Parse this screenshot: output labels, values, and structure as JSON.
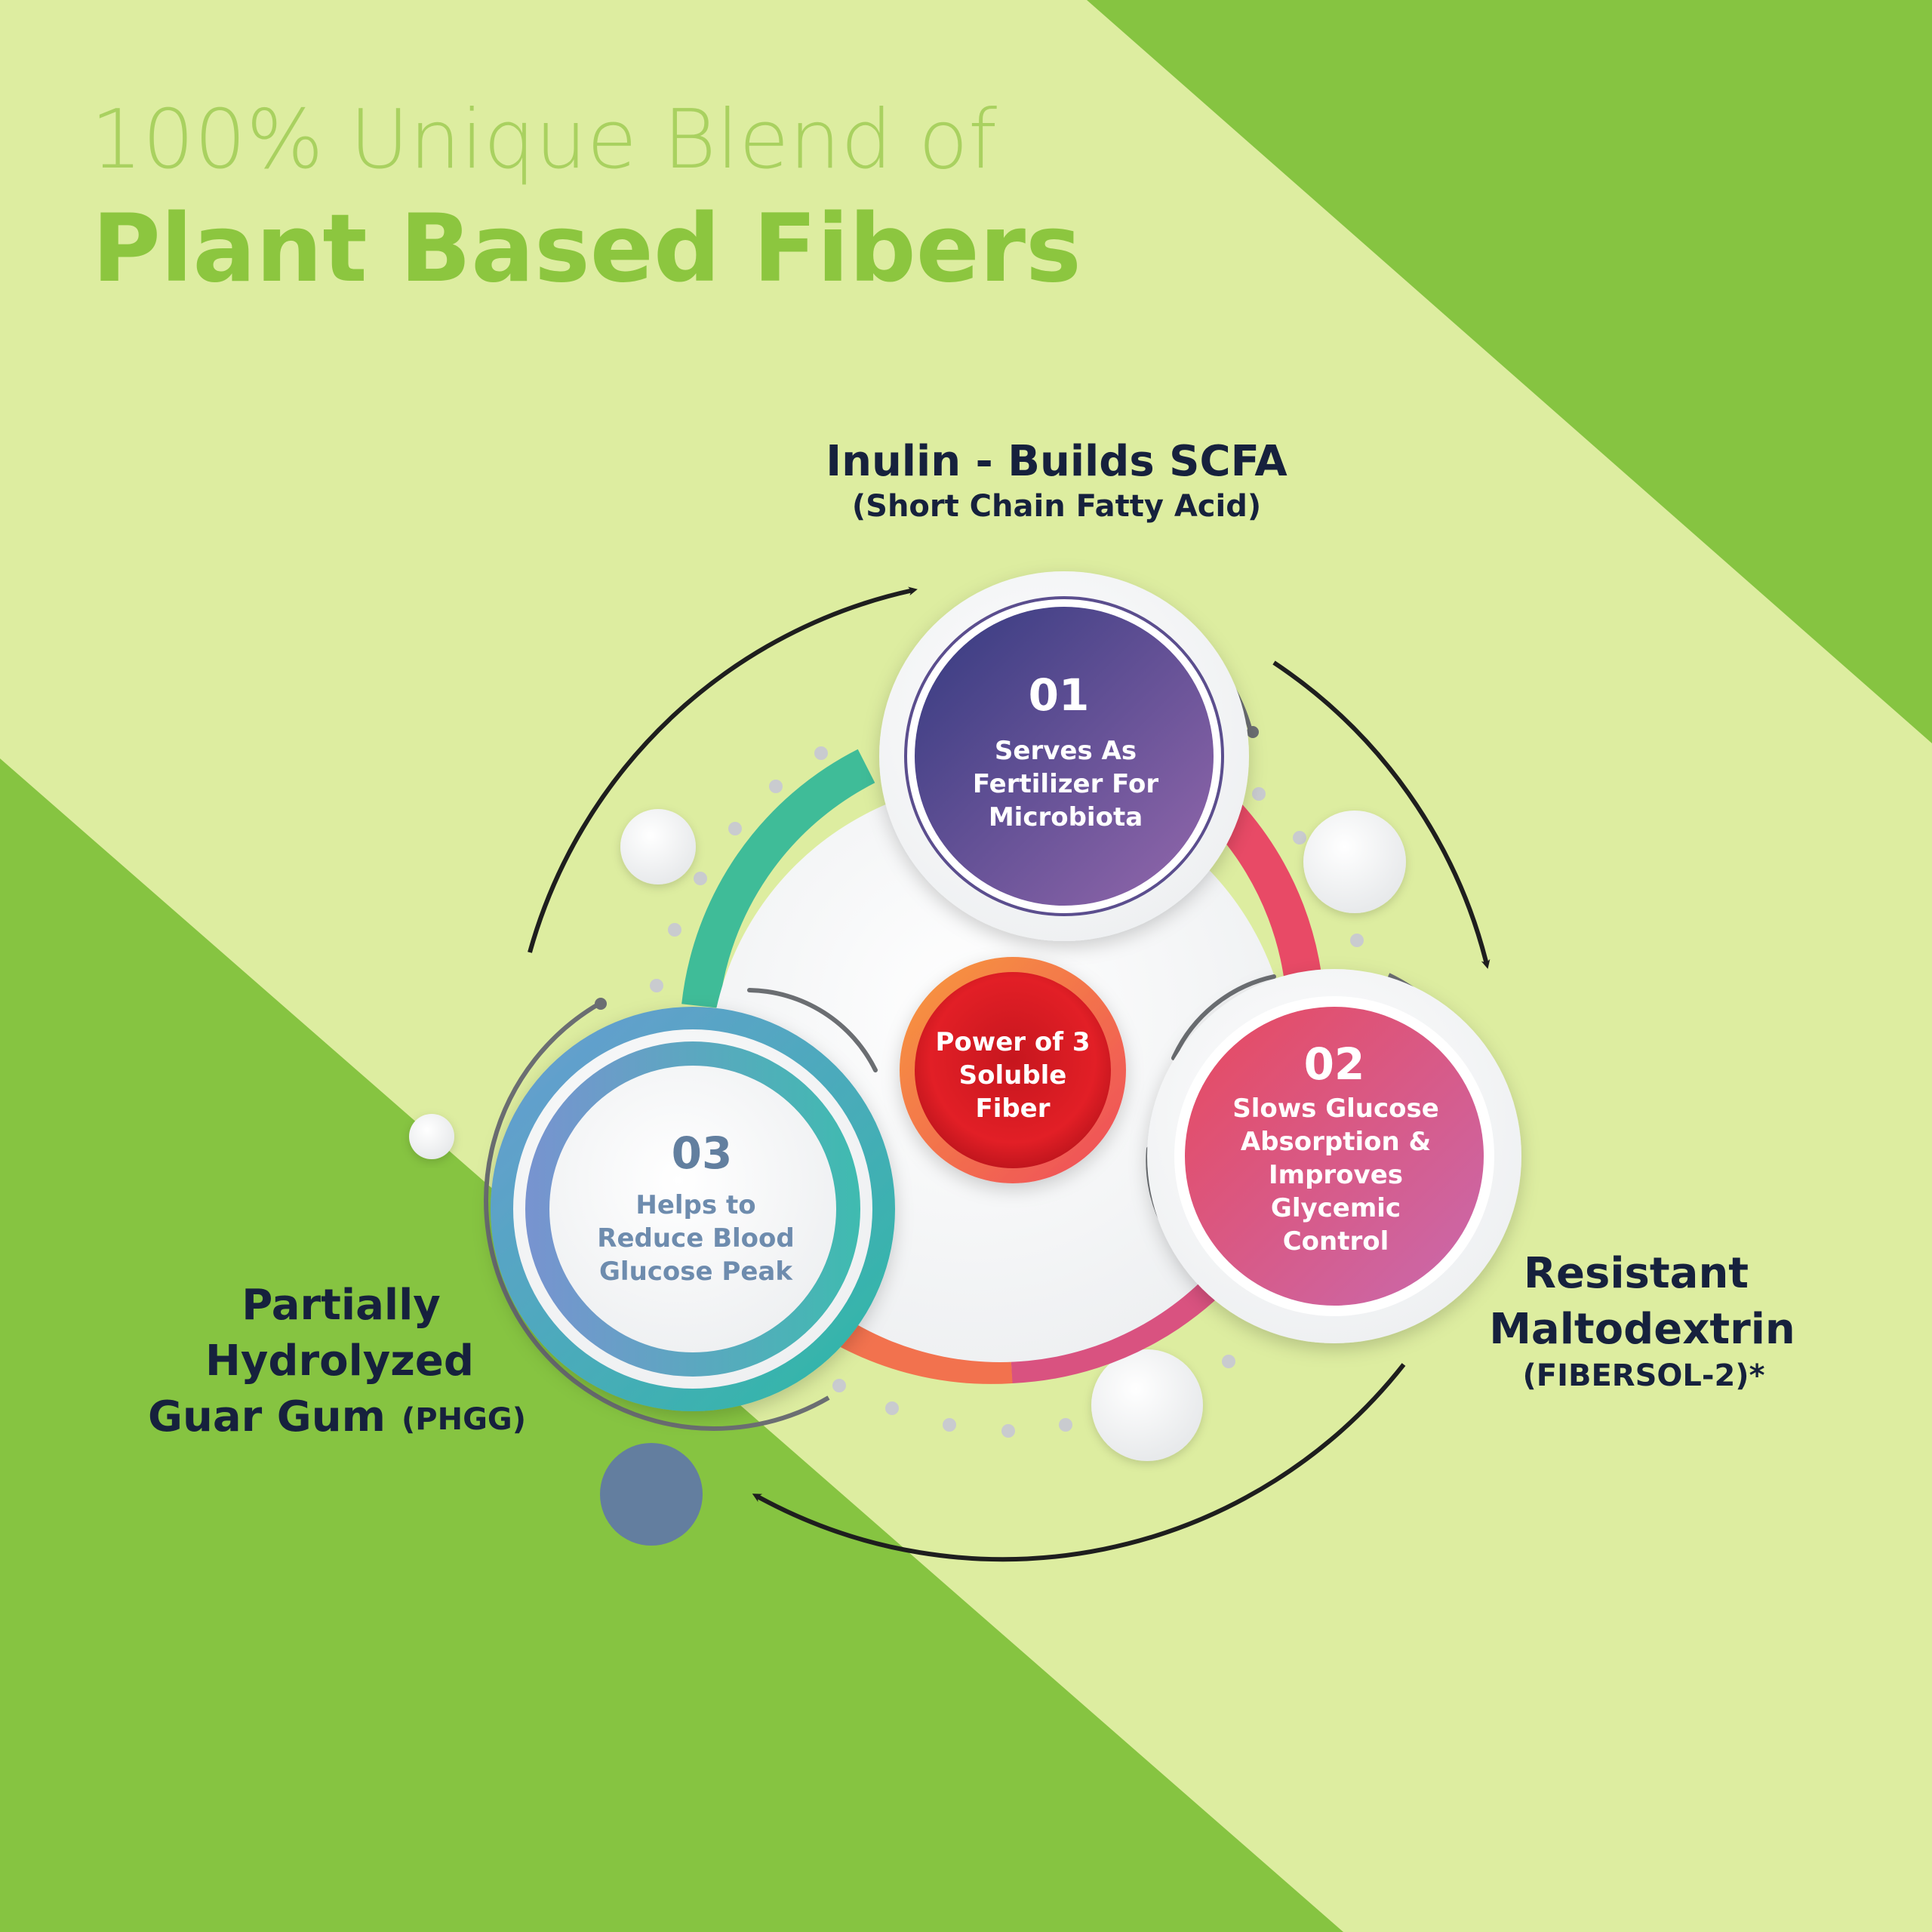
{
  "header": {
    "line1": "100% Unique Blend of",
    "line2": "Plant Based Fibers"
  },
  "colors": {
    "background_light": "#DDEDA0",
    "background_dark": "#86C441",
    "title_light": "#A6CF5A",
    "title_dark": "#8CC63F",
    "label_text": "#16213D",
    "inulin_purple_start": "#3A3E86",
    "inulin_purple_end": "#8E64A8",
    "maltodextrin_pink_start": "#E84A68",
    "maltodextrin_pink_end": "#C466A8",
    "phgg_teal": "#35B8A8",
    "phgg_blue": "#6C9BD4",
    "center_red": "#D21E27",
    "center_orange": "#F6933E",
    "arrow": "#1E1E1E",
    "accent_slate": "#637E9F"
  },
  "center": {
    "lines": [
      "Power of 3",
      "Soluble",
      "Fiber"
    ]
  },
  "nodes": [
    {
      "number": "01",
      "lines": [
        "Serves As",
        "Fertilizer For",
        "Microbiota"
      ],
      "label_title": "Inulin - Builds SCFA",
      "label_sub": "(Short Chain Fatty Acid)"
    },
    {
      "number": "02",
      "lines": [
        "Slows Glucose",
        "Absorption &",
        "Improves",
        "Glycemic",
        "Control"
      ],
      "label_title_1": "Resistant",
      "label_title_2": "Maltodextrin",
      "label_sub": "(FIBERSOL-2)*"
    },
    {
      "number": "03",
      "lines": [
        "Helps to",
        "Reduce Blood",
        "Glucose Peak"
      ],
      "label_title_1": "Partially",
      "label_title_2": "Hydrolyzed",
      "label_title_3": "Guar Gum",
      "label_suffix": "(PHGG)"
    }
  ]
}
